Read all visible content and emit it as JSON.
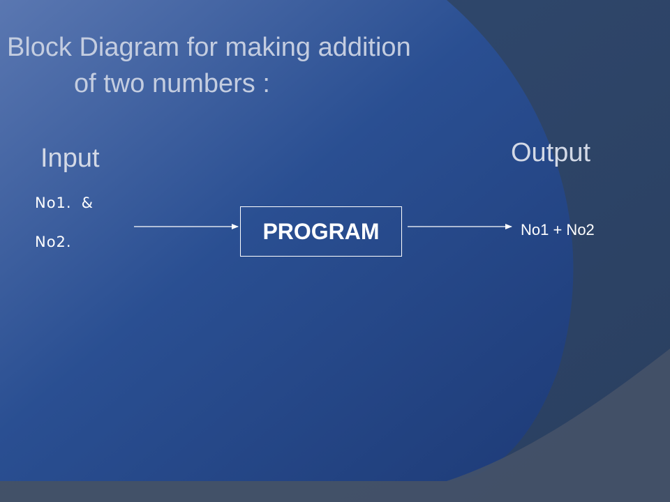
{
  "slide": {
    "title_line1": "Block Diagram for making addition",
    "title_line2": "of two numbers :"
  },
  "diagram": {
    "input_heading": "Input",
    "input_item_1": "No1.",
    "input_item_1_join": "&",
    "input_item_2": "No2.",
    "process_label": "PROGRAM",
    "output_heading": "Output",
    "output_value": "No1 + No2"
  },
  "colors": {
    "background_blue": "#2c4e8e",
    "title_text": "#c4cde0",
    "heading_text": "#d3d9e6",
    "body_text": "#ffffff",
    "border_panel": "#3a4a63"
  }
}
